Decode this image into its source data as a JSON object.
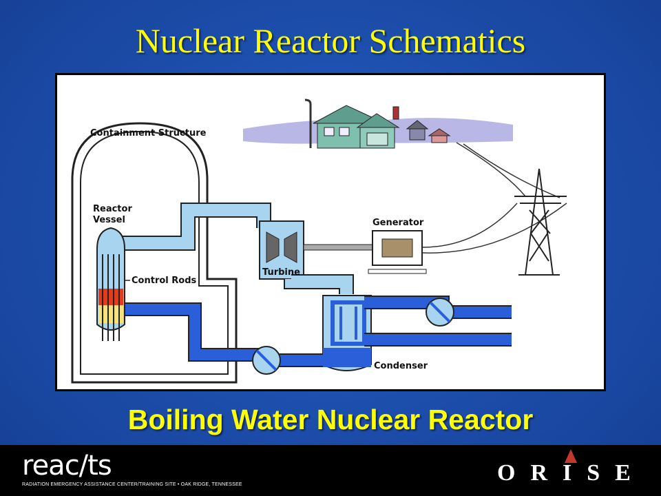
{
  "slide": {
    "title": "Nuclear Reactor Schematics",
    "subtitle": "Boiling Water Nuclear Reactor"
  },
  "diagram": {
    "labels": {
      "containment": "Containment Structure",
      "reactor_vessel_line1": "Reactor",
      "reactor_vessel_line2": "Vessel",
      "control_rods": "Control Rods",
      "turbine": "Turbine",
      "generator": "Generator",
      "condenser": "Condenser"
    },
    "colors": {
      "steam": "#a9d4f0",
      "water": "#2b5fd9",
      "core_hot": "#e53b1b",
      "core_glow": "#f5e27a"
    }
  },
  "footer": {
    "left_logo": "reac/ts",
    "left_tagline": "RADIATION EMERGENCY ASSISTANCE CENTER/TRAINING SITE  •  OAK RIDGE, TENNESSEE",
    "right_logo": "ORISE"
  }
}
